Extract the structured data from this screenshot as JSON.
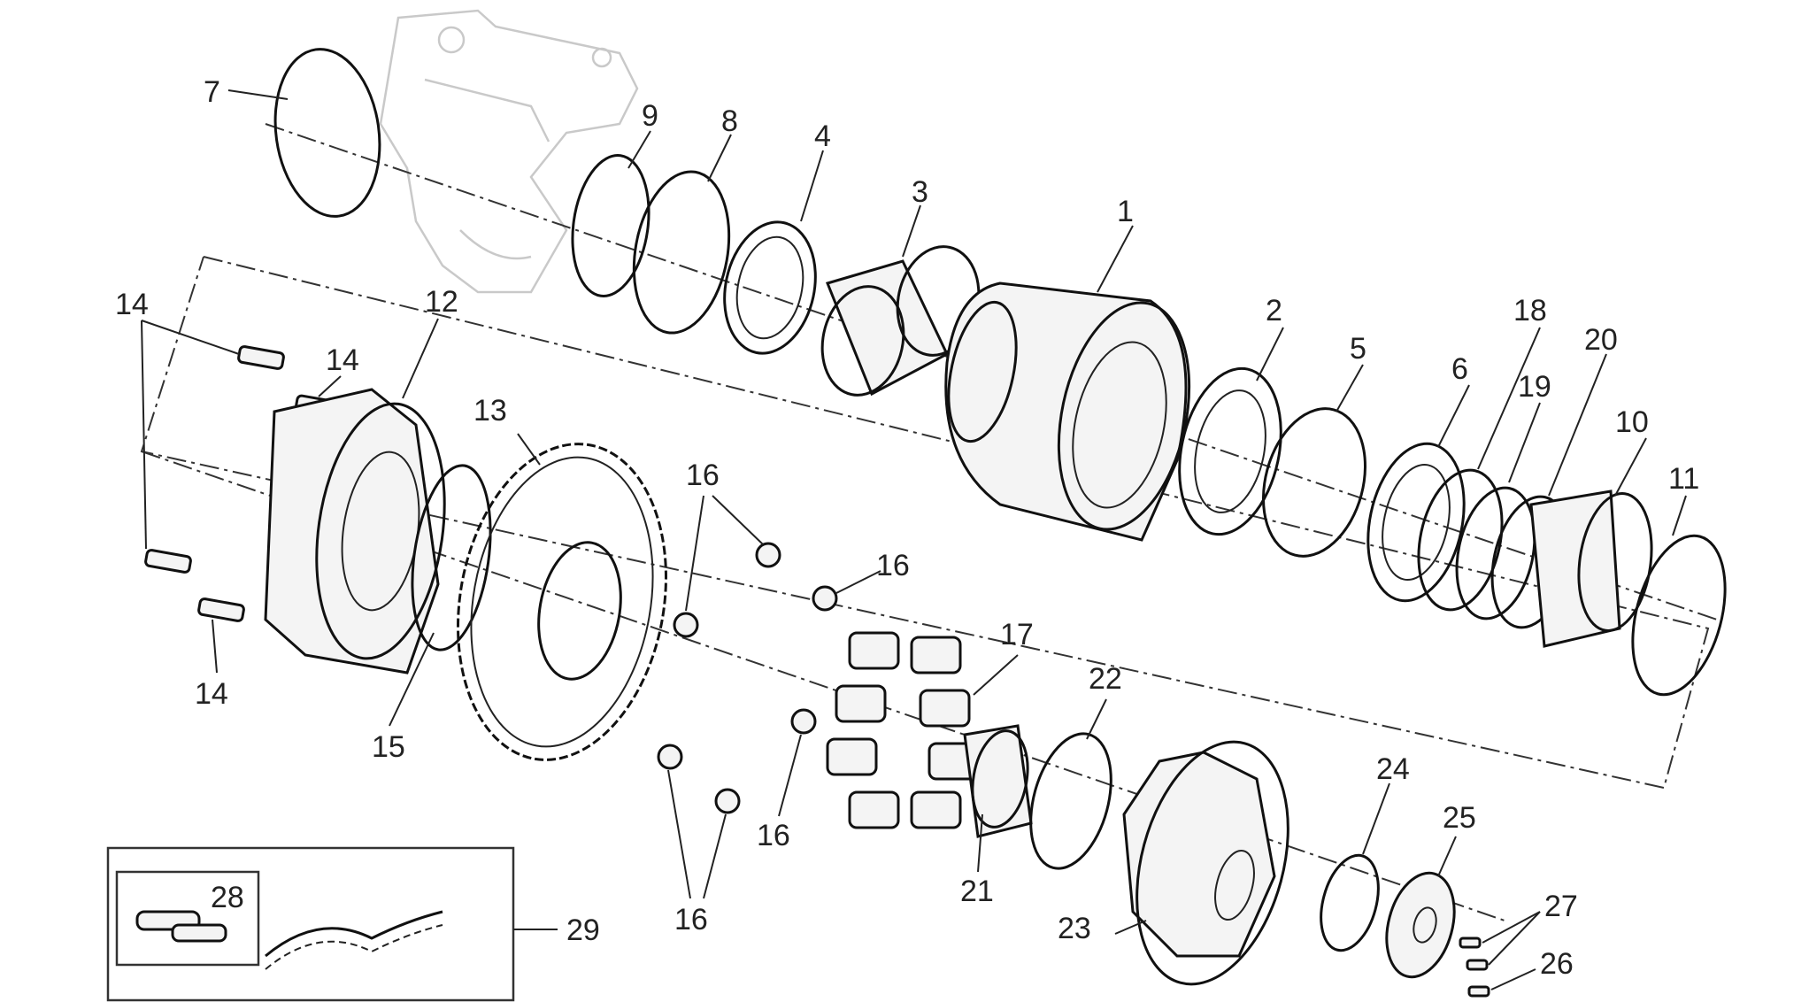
{
  "callouts": {
    "c1": "1",
    "c2": "2",
    "c3": "3",
    "c4": "4",
    "c5": "5",
    "c6": "6",
    "c7": "7",
    "c8": "8",
    "c9": "9",
    "c10": "10",
    "c11": "11",
    "c12": "12",
    "c13": "13",
    "c14a": "14",
    "c14b": "14",
    "c14c": "14",
    "c15": "15",
    "c16a": "16",
    "c16b": "16",
    "c16c": "16",
    "c16d": "16",
    "c17": "17",
    "c18": "18",
    "c19": "19",
    "c20": "20",
    "c21": "21",
    "c22": "22",
    "c23": "23",
    "c24": "24",
    "c25": "25",
    "c26": "26",
    "c27": "27",
    "c28": "28",
    "c29": "29"
  },
  "colors": {
    "line": "#111111",
    "ghost": "#c9c9c9",
    "background": "#ffffff"
  }
}
